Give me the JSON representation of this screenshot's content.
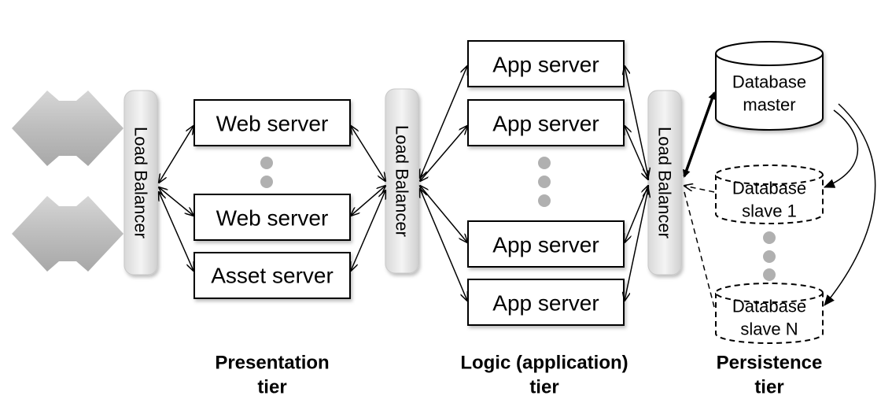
{
  "load_balancer_label": "Load Balancer",
  "presentation": {
    "web_server_1": "Web server",
    "web_server_2": "Web server",
    "asset_server": "Asset server"
  },
  "logic": {
    "app_server_1": "App server",
    "app_server_2": "App server",
    "app_server_3": "App server",
    "app_server_4": "App server"
  },
  "persistence": {
    "master_line1": "Database",
    "master_line2": "master",
    "slave1_line1": "Database",
    "slave1_line2": "slave 1",
    "slaveN_line1": "Database",
    "slaveN_line2": "slave N"
  },
  "tiers": {
    "presentation_line1": "Presentation",
    "presentation_line2": "tier",
    "logic_line1": "Logic (application)",
    "logic_line2": "tier",
    "persistence_line1": "Persistence",
    "persistence_line2": "tier"
  },
  "colors": {
    "client_arrow": "#bdbdbd",
    "load_balancer_fill": "#e6e6e6",
    "ellipsis_dot": "#b0b0b0"
  }
}
